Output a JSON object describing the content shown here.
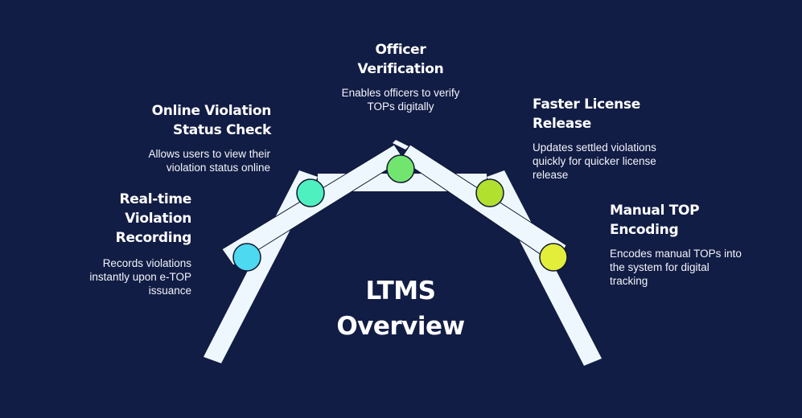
{
  "diagram": {
    "title_line1": "LTMS",
    "title_line2": "Overview",
    "nodes": [
      {
        "title": [
          "Real-time",
          "Violation",
          "Recording"
        ],
        "desc": [
          "Records violations",
          "instantly upon e-TOP",
          "issuance"
        ],
        "color": "#4dd9f0"
      },
      {
        "title": [
          "Online Violation",
          "Status Check"
        ],
        "desc": [
          "Allows users to view their",
          "violation status online"
        ],
        "color": "#4ef0c0"
      },
      {
        "title": [
          "Officer",
          "Verification"
        ],
        "desc": [
          "Enables officers to verify",
          "TOPs digitally"
        ],
        "color": "#72e56e"
      },
      {
        "title": [
          "Faster License",
          "Release"
        ],
        "desc": [
          "Updates settled violations",
          "quickly for quicker license",
          "release"
        ],
        "color": "#b2e02f"
      },
      {
        "title": [
          "Manual TOP",
          "Encoding"
        ],
        "desc": [
          "Encodes manual TOPs into",
          "the system for digital",
          "tracking"
        ],
        "color": "#e3ee3a"
      }
    ]
  }
}
